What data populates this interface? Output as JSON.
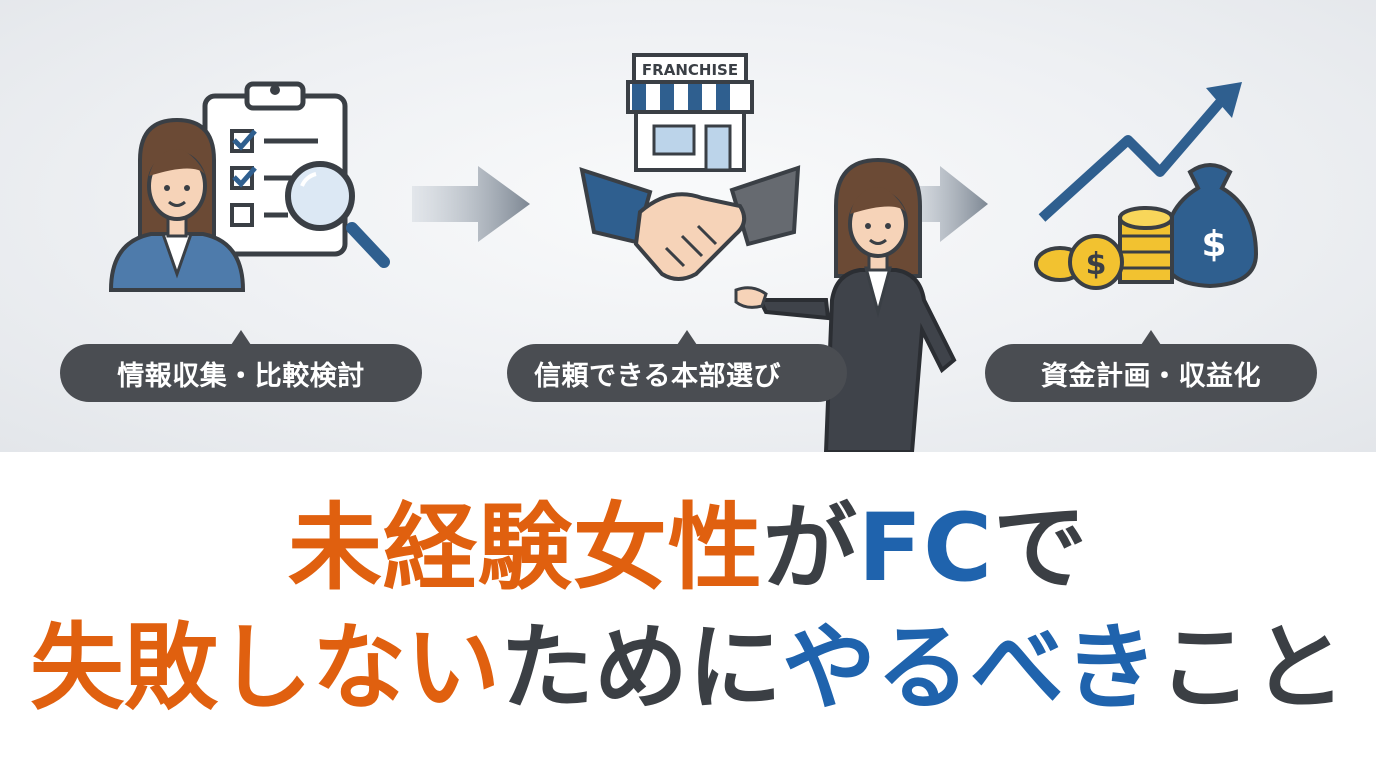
{
  "steps": [
    {
      "label": "情報収集・比較検討",
      "icon": "clipboard-checklist-magnifier"
    },
    {
      "label": "信頼できる本部選び",
      "icon": "franchise-store-handshake"
    },
    {
      "label": "資金計画・収益化",
      "icon": "growth-arrow-coins-moneybag"
    }
  ],
  "store_sign": "FRANCHISE",
  "coin_symbol": "$",
  "headline": {
    "line1": [
      {
        "text": "未経験女性",
        "tone": "orange"
      },
      {
        "text": "が",
        "tone": "dark"
      },
      {
        "text": "FC",
        "tone": "blue"
      },
      {
        "text": "で",
        "tone": "dark"
      }
    ],
    "line2": [
      {
        "text": "失敗しない",
        "tone": "orange"
      },
      {
        "text": "ために",
        "tone": "dark"
      },
      {
        "text": "やるべき",
        "tone": "blue"
      },
      {
        "text": "こと",
        "tone": "dark"
      }
    ]
  },
  "colors": {
    "orange": "#e0600f",
    "dark": "#3b3f44",
    "blue": "#1f63ad",
    "navy": "#2f5f8f",
    "gold": "#f2c230",
    "bubble": "#4a4d52"
  }
}
